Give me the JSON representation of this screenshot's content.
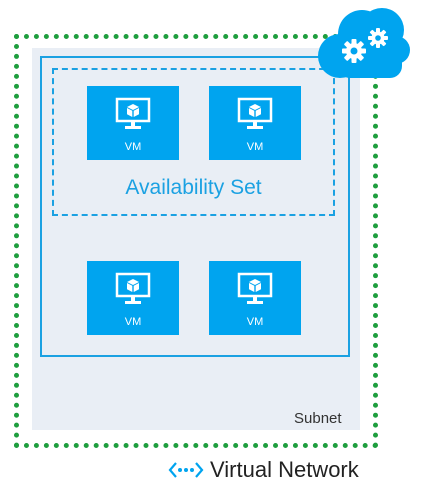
{
  "diagram": {
    "vnet_label": "Virtual Network",
    "subnet_label": "Subnet",
    "availability_set_label": "Availability Set",
    "vms": [
      "VM",
      "VM",
      "VM",
      "VM"
    ],
    "icons": {
      "network": "virtual-network-icon",
      "vm": "monitor-cube-icon",
      "cloud": "cloud-services-icon"
    },
    "colors": {
      "vnet_border": "#1e9e3e",
      "subnet_fill": "#e9eef5",
      "accent": "#00a4ef",
      "line": "#1ba1e2"
    }
  }
}
